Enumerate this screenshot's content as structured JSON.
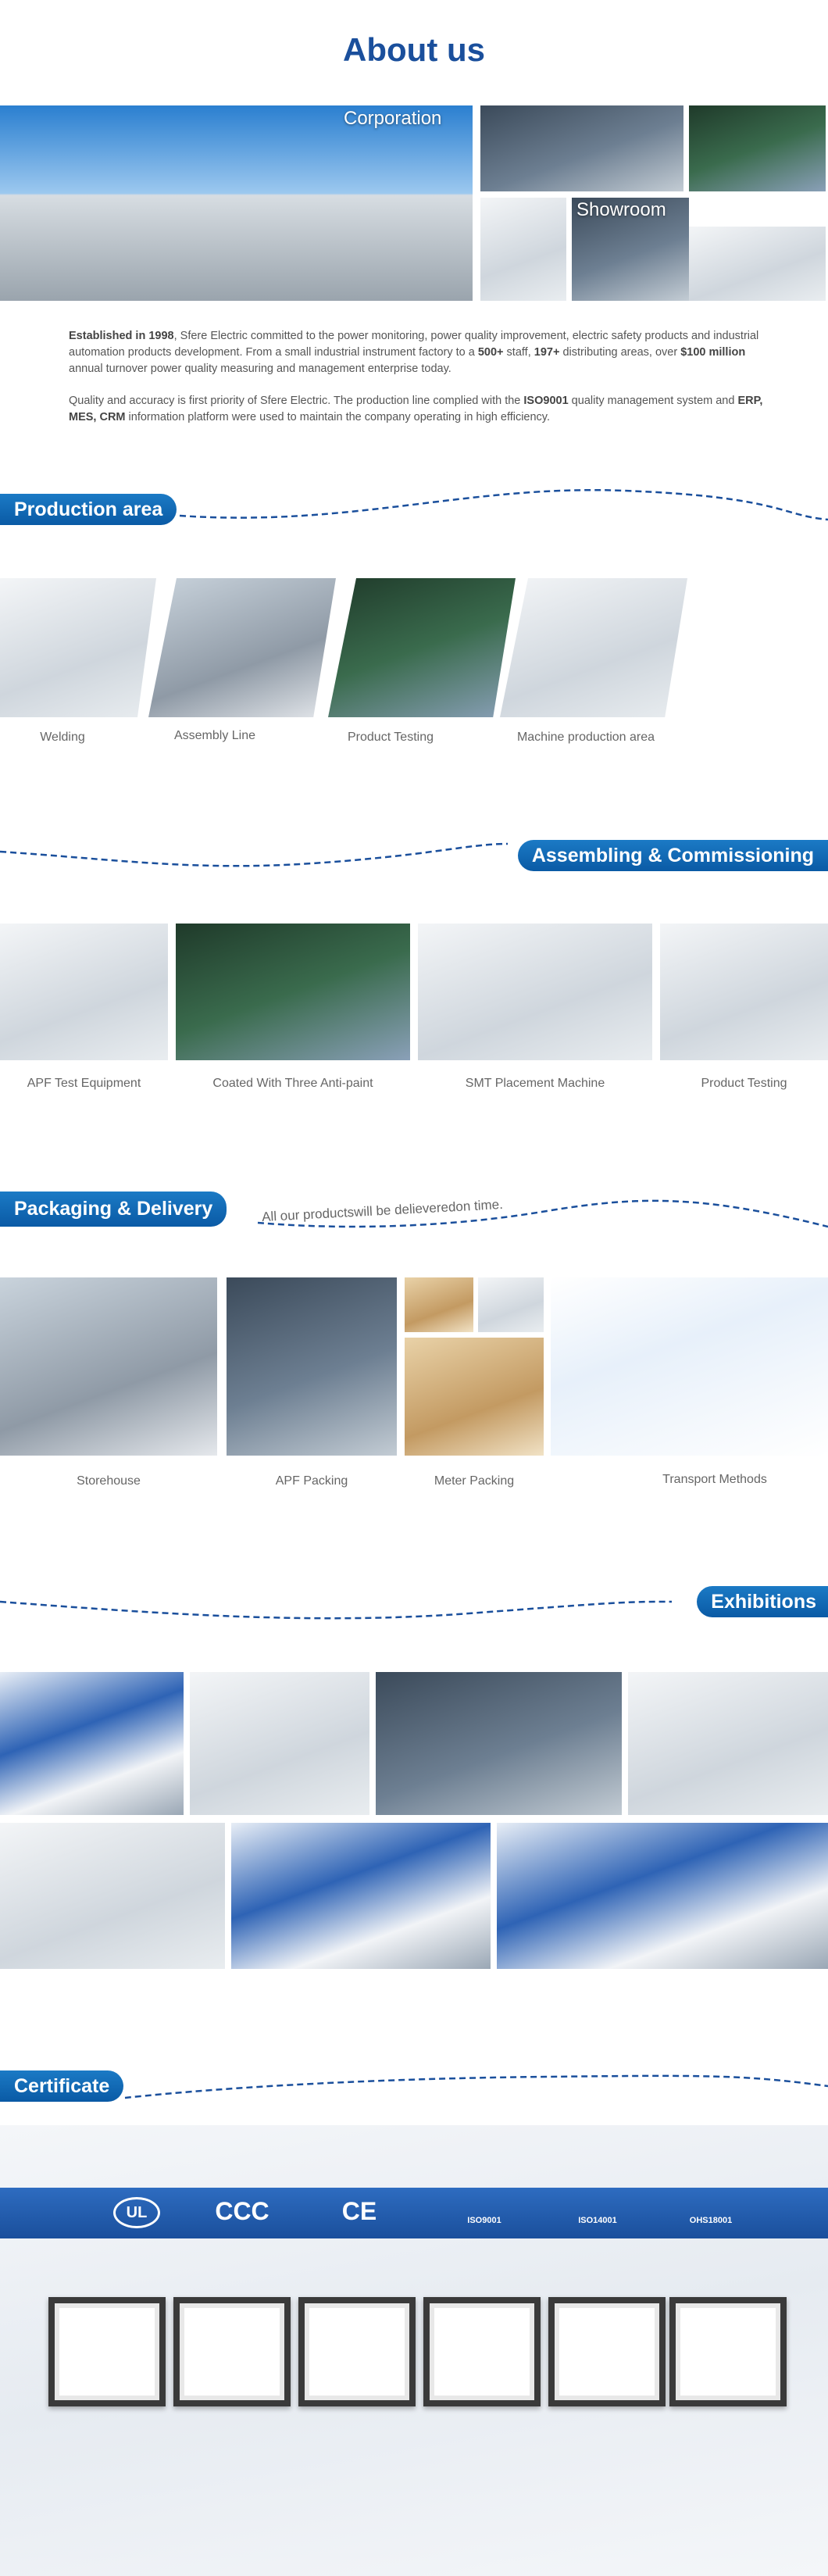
{
  "header": {
    "title": "About us"
  },
  "hero": {
    "corporation_label": "Corporation",
    "showroom_label": "Showroom"
  },
  "intro": {
    "p1": [
      {
        "b": "Established in 1998"
      },
      {
        "t": ", Sfere Electric committed to the power monitoring, power quality improvement, electric safety products and industrial automation products development. From a small industrial instrument factory to a "
      },
      {
        "b": "500+"
      },
      {
        "t": " staff, "
      },
      {
        "b": "197+"
      },
      {
        "t": " distributing areas, over "
      },
      {
        "b": "$100 million"
      },
      {
        "t": " annual turnover power quality measuring and management enterprise today."
      }
    ],
    "p2": [
      {
        "t": "Quality and accuracy is first priority of Sfere Electric. The production line complied with the "
      },
      {
        "b": "ISO9001"
      },
      {
        "t": " quality management system and "
      },
      {
        "b": "ERP, MES, CRM"
      },
      {
        "t": " information platform were used to maintain the company operating in high efficiency."
      }
    ]
  },
  "production": {
    "title": "Production area",
    "items": [
      "Welding",
      "Assembly Line",
      "Product Testing",
      "Machine production area"
    ]
  },
  "assembling": {
    "title": "Assembling & Commissioning",
    "items": [
      "APF Test Equipment",
      "Coated With Three Anti-paint",
      "SMT Placement Machine",
      "Product Testing"
    ]
  },
  "packaging": {
    "title": "Packaging & Delivery",
    "subtitle": "All our productswill be delieveredon time.",
    "items": [
      "Storehouse",
      "APF Packing",
      "Meter Packing",
      "Transport Methods"
    ]
  },
  "exhibitions": {
    "title": "Exhibitions"
  },
  "certificate": {
    "title": "Certificate",
    "logos": [
      "UL",
      "CCC",
      "CE",
      "ISO9001",
      "ISO14001",
      "OHS18001"
    ]
  },
  "colors": {
    "brand": "#1a4f9c",
    "pill": "#0a5aa5"
  }
}
